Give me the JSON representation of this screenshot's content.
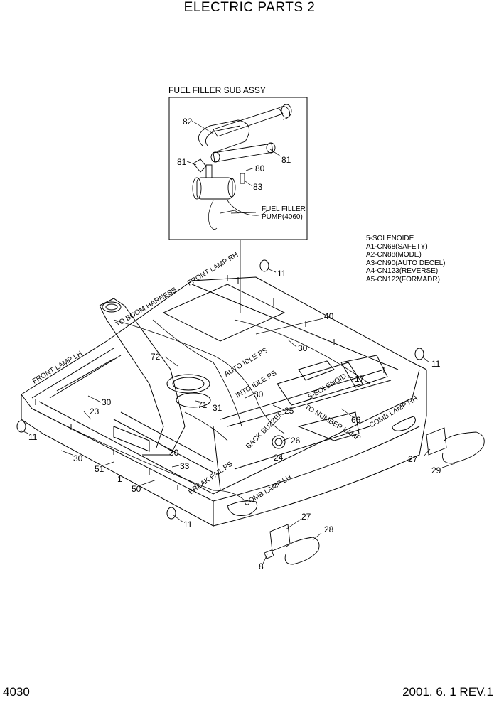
{
  "page": {
    "title": "ELECTRIC PARTS 2",
    "page_number": "4030",
    "revision": "2001. 6. 1  REV.1"
  },
  "fuel_filler": {
    "title": "FUEL FILLER SUB ASSY",
    "pump_label_line1": "FUEL FILLER",
    "pump_label_line2": "PUMP(4060)"
  },
  "solenoid_note": [
    "5-SOLENOIDE",
    "A1-CN68(SAFETY)",
    "A2-CN88(MODE)",
    "A3-CN90(AUTO DECEL)",
    "A4-CN123(REVERSE)",
    "A5-CN122(FORMADR)"
  ],
  "harness_labels": {
    "front_lamp_rh": "FRONT LAMP RH",
    "to_boom_harness": "TO BOOM HARNESS",
    "front_lamp_lh": "FRONT LAMP LH",
    "auto_idle_ps": "AUTO IDLE PS",
    "into_idle_ps": "INTO IDLE PS",
    "five_solenoid": "5-SOLENOID",
    "to_number_lamp": "TO NUMBER LAMP",
    "comb_lamp_rh": "COMB LAMP RH",
    "back_buzzer": "BACK BUZZER",
    "break_fail_ps": "BREAK FAIL PS",
    "comb_lamp_lh": "COMB LAMP LH"
  },
  "part_numbers": {
    "p82": "82",
    "p81a": "81",
    "p81b": "81",
    "p80": "80",
    "p83": "83",
    "p11a": "11",
    "p40": "40",
    "p30a": "30",
    "p72": "72",
    "p11b": "11",
    "p17": "17",
    "p30b": "30",
    "p71": "71",
    "p31": "31",
    "p30c": "30",
    "p25": "25",
    "p66": "66",
    "p23": "23",
    "p11c": "11",
    "p30d": "30",
    "p30e": "30",
    "p26": "26",
    "p24": "24",
    "p27a": "27",
    "p29": "29",
    "p51": "51",
    "p33": "33",
    "p1": "1",
    "p50": "50",
    "p11d": "11",
    "p27b": "27",
    "p28": "28",
    "p8": "8"
  }
}
